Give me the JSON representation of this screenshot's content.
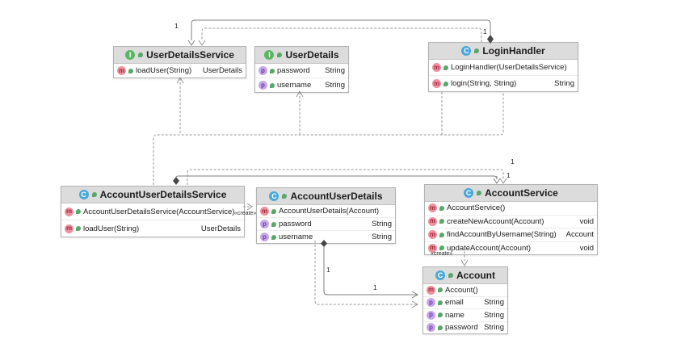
{
  "diagram": {
    "type": "uml-class-diagram",
    "colors": {
      "header_bg": "#dcdcdc",
      "interface_icon": "#5db762",
      "class_icon": "#4aa7d8",
      "method_icon": "#f0919f",
      "property_icon": "#c7a7ea",
      "marker_green": "#59A869",
      "solid_edge": "#7f7f7f",
      "dashed_edge": "#979797"
    }
  },
  "icons": {
    "interface": "I",
    "class": "C",
    "method": "m",
    "property": "p"
  },
  "classes": [
    {
      "stereotype": "interface",
      "title": "UserDetailsService",
      "members": [
        {
          "kind": "method",
          "name": "loadUser(String)",
          "type": "UserDetails"
        }
      ]
    },
    {
      "stereotype": "interface",
      "title": "UserDetails",
      "members": [
        {
          "kind": "property",
          "name": "password",
          "type": "String"
        },
        {
          "kind": "property",
          "name": "username",
          "type": "String"
        }
      ]
    },
    {
      "stereotype": "class",
      "title": "LoginHandler",
      "members": [
        {
          "kind": "method",
          "name": "LoginHandler(UserDetailsService)",
          "type": ""
        },
        {
          "kind": "method",
          "name": "login(String, String)",
          "type": "String"
        }
      ]
    },
    {
      "stereotype": "class",
      "title": "AccountUserDetailsService",
      "members": [
        {
          "kind": "method",
          "name": "AccountUserDetailsService(AccountService)",
          "type": ""
        },
        {
          "kind": "method",
          "name": "loadUser(String)",
          "type": "UserDetails"
        }
      ]
    },
    {
      "stereotype": "class",
      "title": "AccountUserDetails",
      "members": [
        {
          "kind": "method",
          "name": "AccountUserDetails(Account)",
          "type": ""
        },
        {
          "kind": "property",
          "name": "password",
          "type": "String"
        },
        {
          "kind": "property",
          "name": "username",
          "type": "String"
        }
      ]
    },
    {
      "stereotype": "class",
      "title": "AccountService",
      "members": [
        {
          "kind": "method",
          "name": "AccountService()",
          "type": ""
        },
        {
          "kind": "method",
          "name": "createNewAccount(Account)",
          "type": "void"
        },
        {
          "kind": "method",
          "name": "findAccountByUsername(String)",
          "type": "Account"
        },
        {
          "kind": "method",
          "name": "updateAccount(Account)",
          "type": "void"
        }
      ]
    },
    {
      "stereotype": "class",
      "title": "Account",
      "members": [
        {
          "kind": "method",
          "name": "Account()",
          "type": ""
        },
        {
          "kind": "property",
          "name": "email",
          "type": "String"
        },
        {
          "kind": "property",
          "name": "name",
          "type": "String"
        },
        {
          "kind": "property",
          "name": "password",
          "type": "String"
        }
      ]
    }
  ],
  "edges": [
    {
      "from": "LoginHandler",
      "to": "UserDetailsService",
      "type": "aggregation",
      "label_from": "1",
      "label_to": "1"
    },
    {
      "from": "LoginHandler",
      "to": "UserDetailsService",
      "type": "dependency"
    },
    {
      "from": "AccountUserDetailsService",
      "to": "UserDetailsService",
      "type": "realization"
    },
    {
      "from": "LoginHandler",
      "to": "UserDetails",
      "type": "dependency"
    },
    {
      "from": "AccountUserDetailsService",
      "to": "UserDetails",
      "type": "dependency"
    },
    {
      "from": "AccountUserDetailsService",
      "to": "AccountService",
      "type": "aggregation",
      "label_to": "1"
    },
    {
      "from": "AccountUserDetailsService",
      "to": "AccountService",
      "type": "dependency",
      "label_to": "1"
    },
    {
      "from": "AccountUserDetailsService",
      "to": "AccountUserDetails",
      "type": "create",
      "label": "«create»"
    },
    {
      "from": "AccountUserDetails",
      "to": "Account",
      "type": "aggregation",
      "label_from": "1",
      "label_to": "1"
    },
    {
      "from": "AccountUserDetails",
      "to": "Account",
      "type": "dependency"
    },
    {
      "from": "AccountService",
      "to": "Account",
      "type": "create",
      "label": "«create»"
    }
  ],
  "edge_labels": [
    "1",
    "1",
    "1",
    "1",
    "1",
    "1",
    "«create»",
    "«create»"
  ]
}
